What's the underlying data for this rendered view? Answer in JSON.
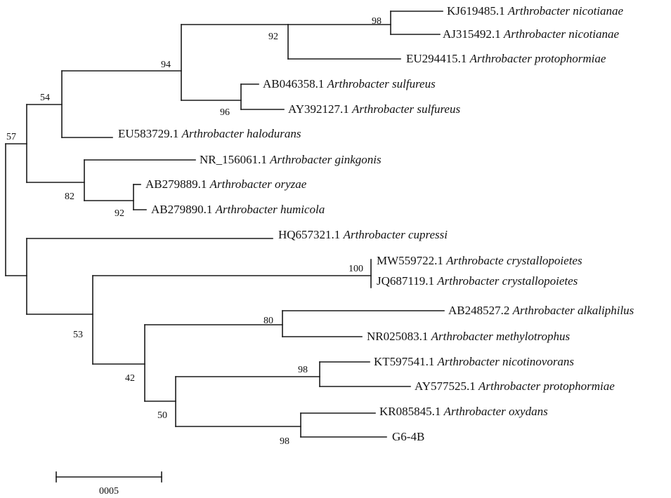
{
  "leaves": [
    {
      "accession": "KJ619485.1",
      "species": "Arthrobacter nicotianae"
    },
    {
      "accession": "AJ315492.1",
      "species": "Arthrobacter nicotianae"
    },
    {
      "accession": "EU294415.1",
      "species": "Arthrobacter protophormiae"
    },
    {
      "accession": "AB046358.1",
      "species": "Arthrobacter sulfureus"
    },
    {
      "accession": "AY392127.1",
      "species": "Arthrobacter sulfureus"
    },
    {
      "accession": "EU583729.1",
      "species": "Arthrobacter halodurans"
    },
    {
      "accession": "NR_156061.1",
      "species": "Arthrobacter ginkgonis"
    },
    {
      "accession": "AB279889.1",
      "species": "Arthrobacter oryzae"
    },
    {
      "accession": "AB279890.1",
      "species": "Arthrobacter humicola"
    },
    {
      "accession": "HQ657321.1",
      "species": "Arthrobacter cupressi"
    },
    {
      "accession": "MW559722.1",
      "species": "Arthrobacte crystallopoietes"
    },
    {
      "accession": "JQ687119.1",
      "species": "Arthrobacter crystallopoietes"
    },
    {
      "accession": "AB248527.2",
      "species": "Arthrobacter alkaliphilus"
    },
    {
      "accession": "NR025083.1",
      "species": "Arthrobacter methylotrophus"
    },
    {
      "accession": "KT597541.1",
      "species": "Arthrobacter nicotinovorans"
    },
    {
      "accession": "AY577525.1",
      "species": "Arthrobacter protophormiae"
    },
    {
      "accession": "KR085845.1",
      "species": "Arthrobacter oxydans"
    },
    {
      "accession": "G6-4B",
      "species": ""
    }
  ],
  "support_values": [
    "98",
    "92",
    "94",
    "96",
    "54",
    "57",
    "82",
    "92",
    "100",
    "80",
    "53",
    "98",
    "42",
    "50",
    "98"
  ],
  "scale_bar": {
    "label": "0005"
  }
}
